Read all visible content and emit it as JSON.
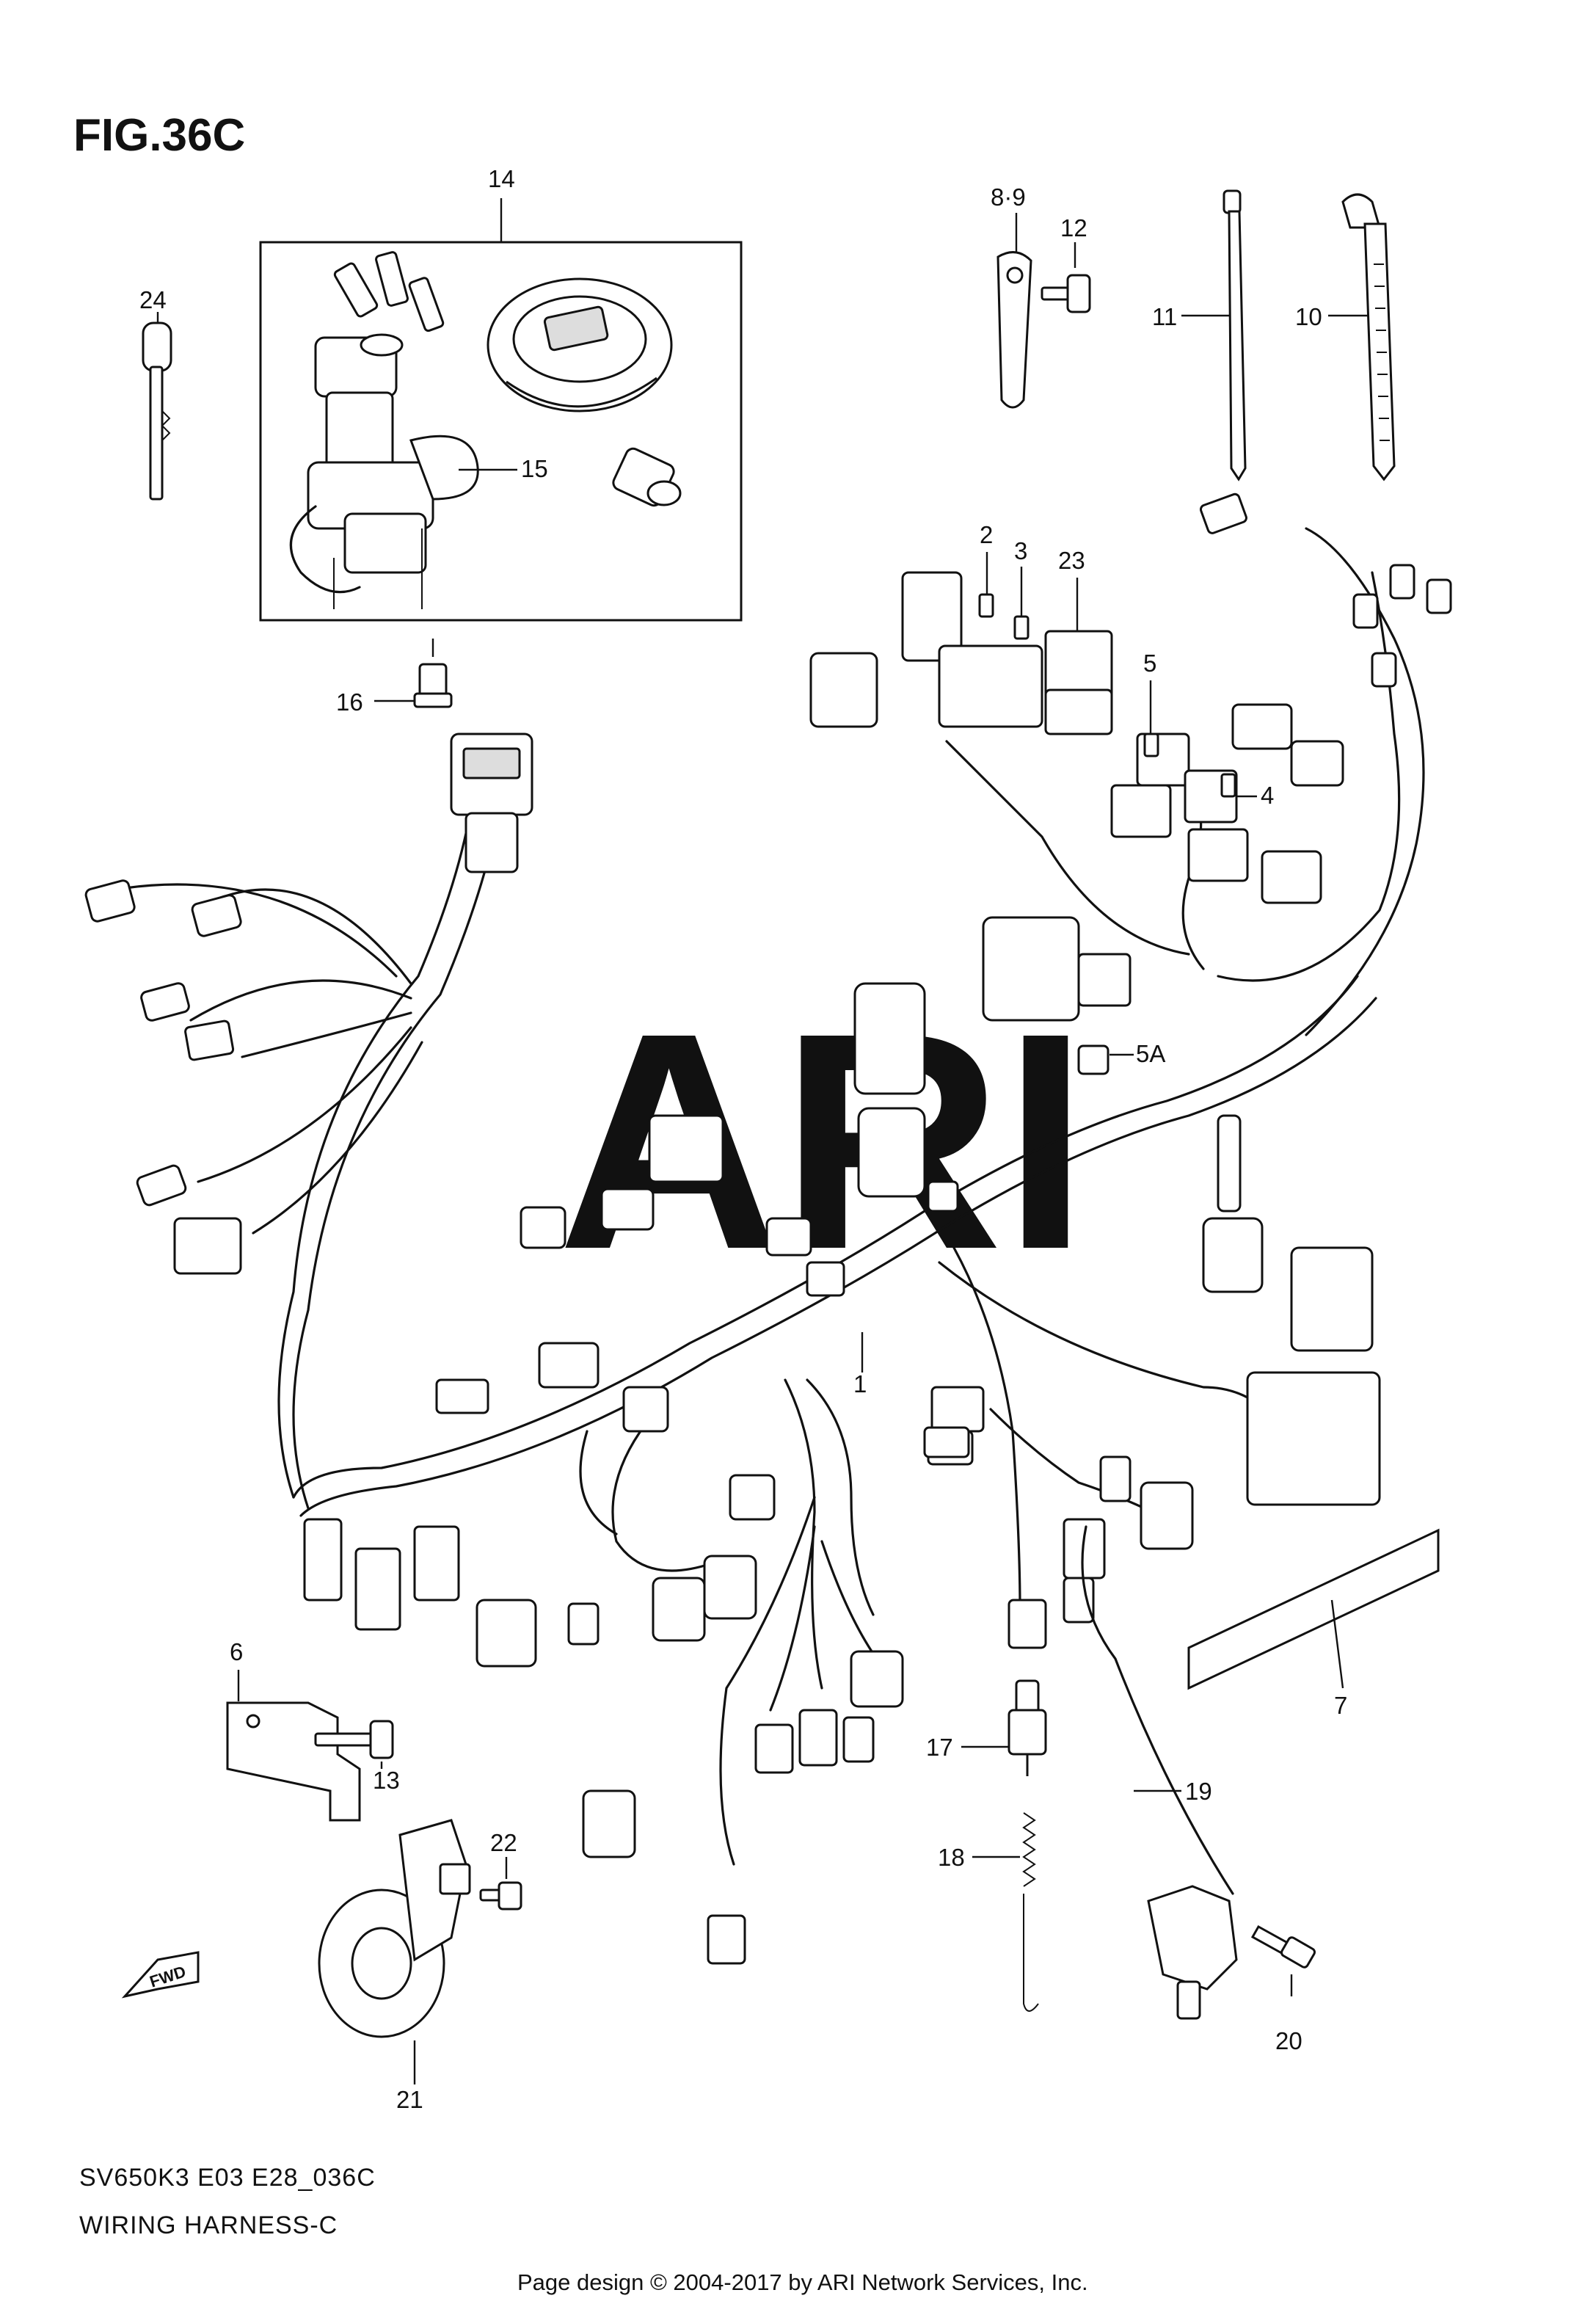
{
  "figure": {
    "title": "FIG.36C",
    "watermark": "ARI"
  },
  "callouts": [
    "14",
    "24",
    "15",
    "16",
    "8·9",
    "12",
    "11",
    "10",
    "2",
    "3",
    "23",
    "5",
    "4",
    "5A",
    "1",
    "6",
    "13",
    "22",
    "21",
    "17",
    "18",
    "19",
    "20",
    "7"
  ],
  "footer": {
    "model_code": "SV650K3 E03 E28_036C",
    "section_name": "WIRING HARNESS-C",
    "credit": "Page design © 2004-2017 by ARI Network Services, Inc."
  },
  "fwd_arrow_label": "FWD"
}
